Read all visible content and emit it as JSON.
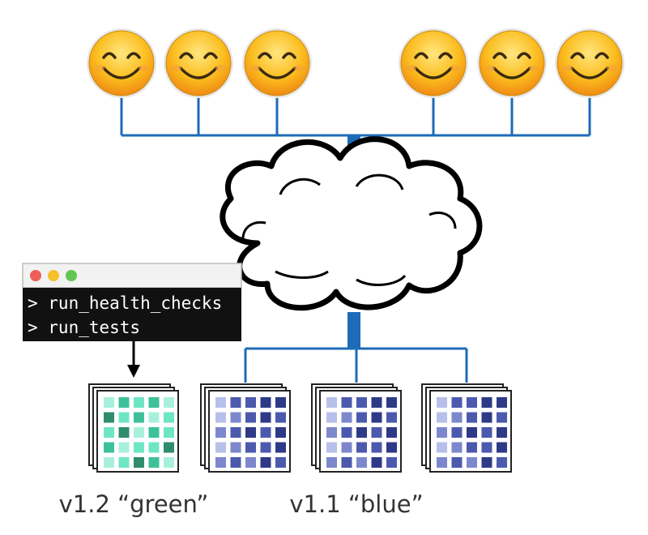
{
  "users": [
    {
      "icon": "smiley-face-icon"
    },
    {
      "icon": "smiley-face-icon"
    },
    {
      "icon": "smiley-face-icon"
    },
    {
      "icon": "smiley-face-icon"
    },
    {
      "icon": "smiley-face-icon"
    },
    {
      "icon": "smiley-face-icon"
    }
  ],
  "network": {
    "icon": "cloud-icon",
    "line_color": "#1e6bb8"
  },
  "terminal": {
    "lines": [
      "> run_health_checks",
      "> run_tests"
    ],
    "window_buttons": [
      "#ec5f59",
      "#f5c02c",
      "#63c653"
    ]
  },
  "clusters": [
    {
      "group": "green",
      "label": "v1.2 “green”",
      "routed": false,
      "palette": [
        "#2f8c6c",
        "#3ec19a",
        "#6ee6c4",
        "#a9f0dc"
      ]
    },
    {
      "group": "blue",
      "routed": true,
      "palette": [
        "#2f3a86",
        "#4c5aae",
        "#7d88cc",
        "#b7c0ea"
      ]
    },
    {
      "group": "blue",
      "label": "v1.1 “blue”",
      "routed": true,
      "palette": [
        "#2f3a86",
        "#4c5aae",
        "#7d88cc",
        "#b7c0ea"
      ]
    },
    {
      "group": "blue",
      "routed": true,
      "palette": [
        "#2f3a86",
        "#4c5aae",
        "#7d88cc",
        "#b7c0ea"
      ]
    }
  ]
}
